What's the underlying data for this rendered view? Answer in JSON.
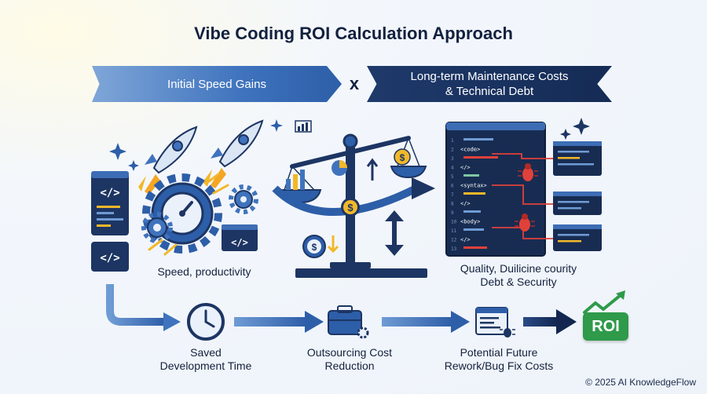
{
  "title": "Vibe Coding ROI Calculation Approach",
  "banners": {
    "left": "Initial Speed Gains",
    "operator": "x",
    "right_line1": "Long-term Maintenance Costs",
    "right_line2": "& Technical Debt"
  },
  "captions": {
    "speed": "Speed, productivity",
    "quality_line1": "Quality, Duilicine courity",
    "quality_line2": "Debt & Security"
  },
  "code_panel": {
    "tags": [
      "<code>",
      "</>",
      "<syntax>",
      "</>",
      "<body>",
      "</>"
    ]
  },
  "flow": {
    "step1_line1": "Saved",
    "step1_line2": "Development Time",
    "step2_line1": "Outsourcing Cost",
    "step2_line2": "Reduction",
    "step3_line1": "Potential Future",
    "step3_line2": "Rework/Bug Fix Costs",
    "result": "ROI"
  },
  "credit": "© 2025 AI KnowledgeFlow",
  "colors": {
    "navy": "#152b55",
    "blue": "#3f73bd",
    "gold": "#f2b829",
    "bug_red": "#e0413a",
    "roi_green": "#2e9a4a"
  }
}
